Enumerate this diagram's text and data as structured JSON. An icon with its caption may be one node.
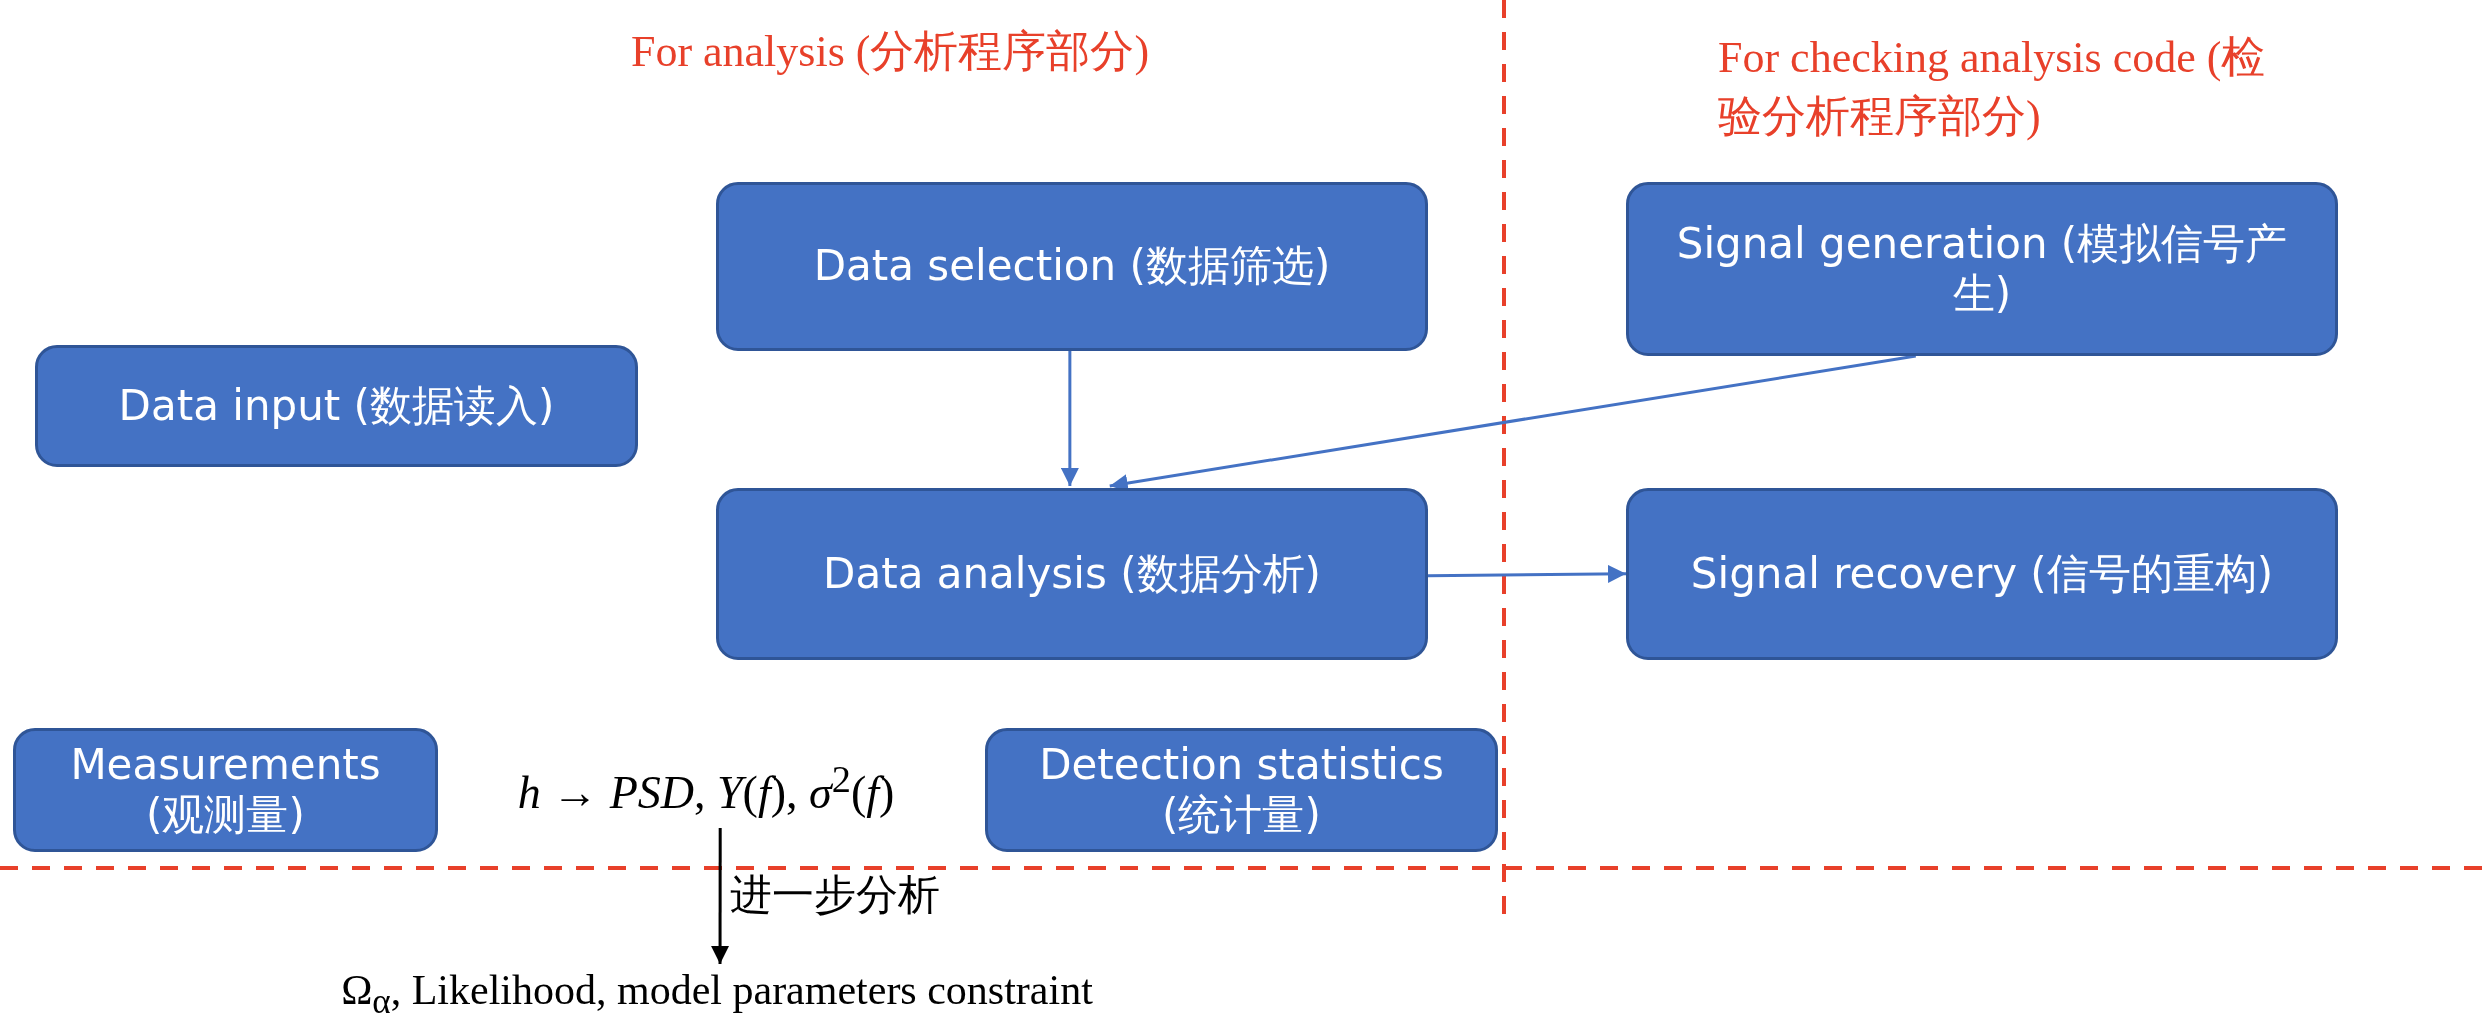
{
  "diagram": {
    "nodes": [
      {
        "text": [
          "Data selection (数据筛选)"
        ]
      },
      {
        "text": [
          "Signal generation (模拟信号产生)"
        ]
      },
      {
        "text": [
          "Data input (数据读入)"
        ]
      },
      {
        "text": [
          "Data analysis (数据分析)"
        ]
      },
      {
        "text": [
          "Signal recovery (信号的重构)"
        ]
      },
      {
        "text": [
          "Measurements (观测量)"
        ]
      },
      {
        "text": [
          "*h* → *PSD*, *Y*(*f*), *σ*$^{2}$(*f*)"
        ]
      },
      {
        "text": [
          "Detection statistics (统计量)"
        ]
      },
      {
        "text": [
          "Ω$_{α}$, Likelihood, model parameters constraint"
        ]
      }
    ],
    "edges": [
      {
        "from": 0,
        "to": 3,
        "arrow": "to"
      },
      {
        "from": 1,
        "to": 3,
        "arrow": "to"
      },
      {
        "from": 3,
        "to": 4,
        "arrow": "to"
      },
      {
        "from": 6,
        "to": 8,
        "arrow": "to",
        "label": "进一步分析",
        "color": "#000000"
      }
    ],
    "labels": [
      "For analysis (分析程序部分)",
      "For checking analysis code (检验分析程序部分)"
    ]
  }
}
